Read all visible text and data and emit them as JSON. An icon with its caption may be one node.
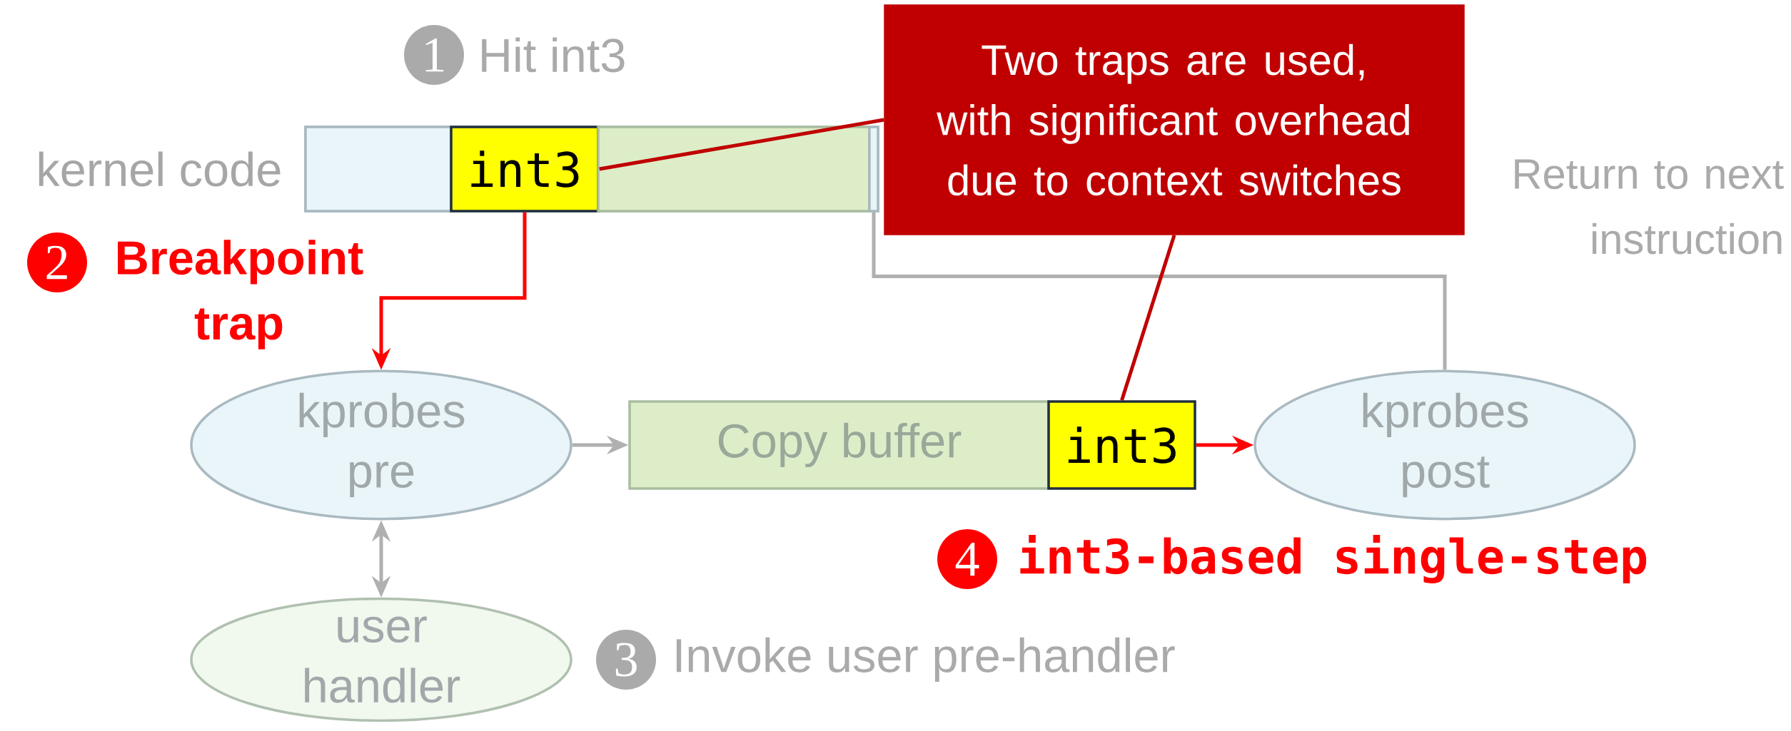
{
  "diagram": {
    "nodes": [
      {
        "text": [],
        "shape": "box",
        "beside": [
          "kernel code"
        ]
      },
      {
        "text": [],
        "shape": "box",
        "in": 0
      },
      {
        "text": [
          "int3"
        ],
        "in": 0
      },
      {
        "text": [],
        "shape": "box",
        "in": 0
      },
      {
        "text": [],
        "shape": "box",
        "in": 0
      },
      {
        "text": [
          "kprobes pre"
        ]
      },
      {
        "text": [
          "Copy buffer"
        ]
      },
      {
        "text": [
          "int3"
        ]
      },
      {
        "text": [
          "kprobes post"
        ]
      },
      {
        "text": [
          "user handler"
        ]
      },
      {
        "text": [
          "Two traps are used, with significant overhead due to context switches"
        ]
      }
    ],
    "edges": [
      {
        "from": 2,
        "to": 5,
        "arrow": "to",
        "color": "#ff0000"
      },
      {
        "from": 5,
        "to": 6,
        "arrow": "to"
      },
      {
        "from": 7,
        "to": 8,
        "arrow": "to",
        "color": "#ff0000"
      },
      {
        "from": 5,
        "to": 9,
        "arrow": "both"
      },
      {
        "from": 8,
        "to": 4,
        "arrow": "none"
      },
      {
        "from": 10,
        "to": 2,
        "arrow": "none",
        "color": "#c00000"
      },
      {
        "from": 10,
        "to": 7,
        "arrow": "none",
        "color": "#c00000"
      }
    ],
    "labels": [
      "1",
      "Hit int3",
      "2",
      "Breakpoint trap",
      "Return to next instruction",
      "4",
      "int3-based single-step",
      "3",
      "Invoke user pre-handler"
    ]
  }
}
